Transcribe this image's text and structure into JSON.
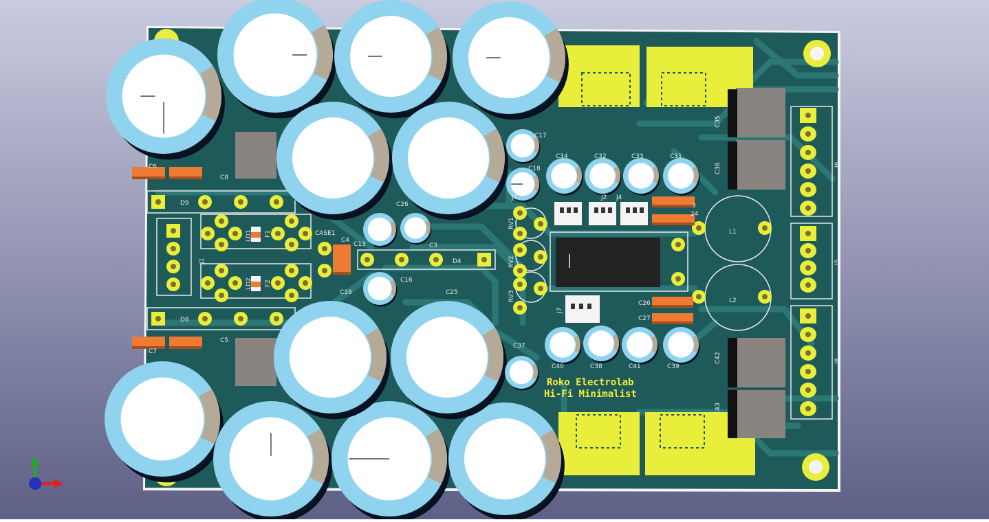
{
  "viewer": {
    "background_top": "#c9cbe0",
    "background_bottom": "#5d5f86"
  },
  "board": {
    "soldermask": "#1f5a5a",
    "trace": "#2b7775",
    "copper": "#e9ee3a",
    "silkscreen": "#e8e8ea",
    "silk_text": "#f2ee3a",
    "title_line1": "Roko Electrolab",
    "title_line2": "Hi-Fi Minimalist"
  },
  "components": {
    "capacitor_color": "#8fd3ef",
    "capacitor_cap": "#ffffff",
    "capacitor_stripe": "#b5aa98",
    "smd_orange": "#ee7a33",
    "ic_body": "#222222",
    "regulator_body": "#8a8480"
  },
  "refdes": {
    "c17": "C17",
    "c18": "C18",
    "c34": "C34",
    "c32": "C32",
    "c33": "C33",
    "c31": "C31",
    "c26a": "C26",
    "c26b": "C26",
    "c13": "C13",
    "c3": "C3",
    "c4": "C4",
    "c16": "C16",
    "c19": "C19",
    "c25": "C25",
    "c27": "C27",
    "c37": "C37",
    "c40": "C40",
    "c38": "C38",
    "c41": "C41",
    "c39": "C39",
    "c35": "C35",
    "c36": "C36",
    "c42": "C42",
    "c43": "C43",
    "c5": "C5",
    "c6": "C6",
    "c7": "C7",
    "c8": "C8",
    "case1": "CASE1",
    "d9": "D9",
    "d8": "D8",
    "d4": "D4",
    "ld1": "LD1",
    "ld2": "LD2",
    "f1": "F1",
    "f2": "F2",
    "j1": "J1",
    "j2": "J2",
    "j3": "J3",
    "j4": "J4",
    "j5": "J5",
    "j6": "J6",
    "j7": "J7",
    "j8": "J8",
    "rv1": "RV1",
    "rv2": "RV2",
    "rv3": "RV3",
    "l1": "L1",
    "l2": "L2",
    "c3b": "3",
    "c24": "24"
  },
  "axes_gizmo": {
    "y_color": "#22aa22",
    "x_color": "#dd2222",
    "z_color": "#2233bb"
  }
}
